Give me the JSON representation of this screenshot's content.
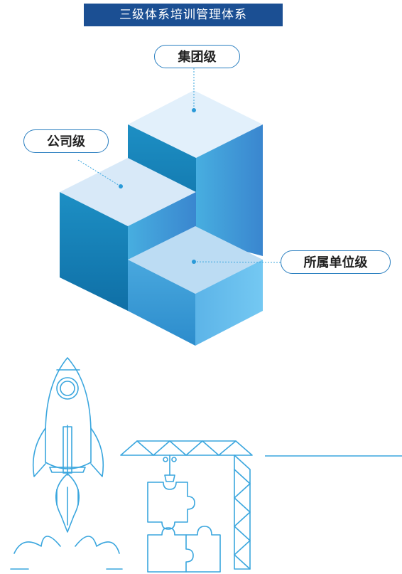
{
  "banner": {
    "title": "三级体系培训管理体系"
  },
  "levels": {
    "group": "集团级",
    "company": "公司级",
    "unit": "所属单位级"
  },
  "colors": {
    "banner_bg": "#1b4f93",
    "top_face": "#dcecf9",
    "dark_face": "#1a7fb3",
    "mid_face": "#3e95d2",
    "light_face": "#6fc2ee",
    "line_art": "#3aa6de"
  },
  "icons": [
    "rocket-icon",
    "crane-icon",
    "puzzle-icon"
  ]
}
